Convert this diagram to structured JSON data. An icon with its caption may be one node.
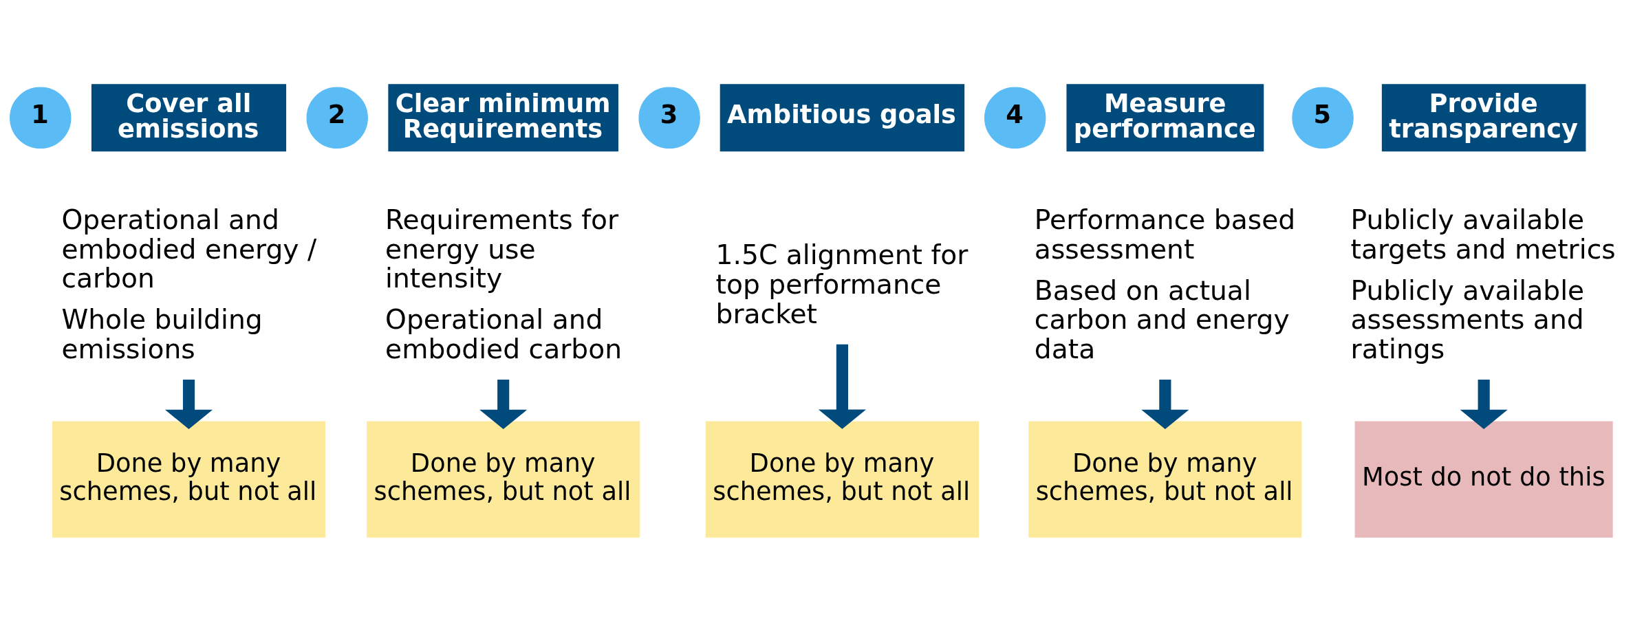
{
  "diagram": {
    "nodes": [
      {
        "text": [
          "1"
        ]
      },
      {
        "text": [
          "Cover all emissions"
        ]
      },
      {
        "text": [
          "Operational and embodied energy / carbon",
          "Whole building emissions"
        ]
      },
      {
        "text": [
          "Done by many schemes, but not all"
        ]
      },
      {
        "text": [
          "2"
        ]
      },
      {
        "text": [
          "Clear minimum Requirements"
        ]
      },
      {
        "text": [
          "Requirements for energy use intensity",
          "Operational and embodied carbon"
        ]
      },
      {
        "text": [
          "Done by many schemes, but not all"
        ]
      },
      {
        "text": [
          "3"
        ]
      },
      {
        "text": [
          "Ambitious goals"
        ]
      },
      {
        "text": [
          "1.5C alignment for top performance bracket"
        ]
      },
      {
        "text": [
          "Done by many schemes, but not all"
        ]
      },
      {
        "text": [
          "4"
        ]
      },
      {
        "text": [
          "Measure performance"
        ]
      },
      {
        "text": [
          "Performance based assessment",
          "Based on actual carbon and energy data"
        ]
      },
      {
        "text": [
          "Done by many schemes, but not all"
        ]
      },
      {
        "text": [
          "5"
        ]
      },
      {
        "text": [
          "Provide transparency"
        ]
      },
      {
        "text": [
          "Publicly available targets and metrics",
          "Publicly available assessments and ratings"
        ]
      },
      {
        "text": [
          "Most do not do this"
        ]
      }
    ],
    "edges": [
      {
        "from": 2,
        "to": 3,
        "arrow": "to"
      },
      {
        "from": 6,
        "to": 7,
        "arrow": "to"
      },
      {
        "from": 10,
        "to": 11,
        "arrow": "to"
      },
      {
        "from": 14,
        "to": 15,
        "arrow": "to"
      },
      {
        "from": 18,
        "to": 19,
        "arrow": "to"
      }
    ]
  }
}
